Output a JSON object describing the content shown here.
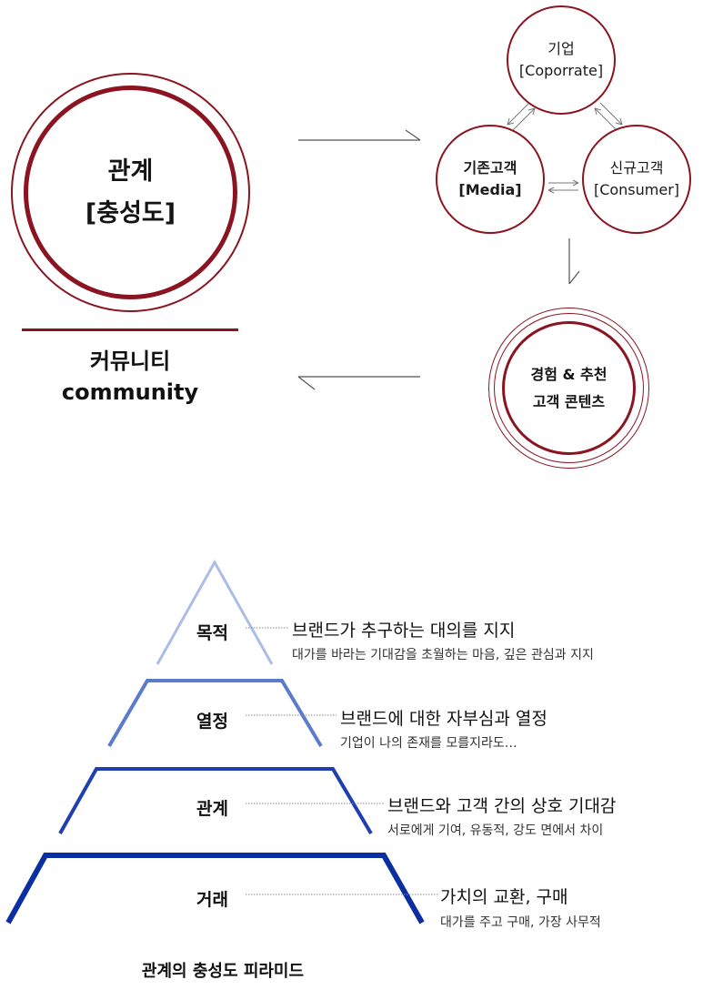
{
  "relationship_circle": {
    "line1": "관계",
    "line2": "[충성도]"
  },
  "community": {
    "line1": "커뮤니티",
    "line2": "community"
  },
  "cycle": {
    "corporate": {
      "line1": "기업",
      "line2": "[Coporrate]"
    },
    "media": {
      "line1": "기존고객",
      "line2": "[Media]"
    },
    "consumer": {
      "line1": "신규고객",
      "line2": "[Consumer]"
    }
  },
  "experience": {
    "line1": "경험 & 추천",
    "line2": "고객 콘텐츠"
  },
  "pyramid": {
    "levels": [
      {
        "label": "목적",
        "title": "브랜드가 추구하는 대의를 지지",
        "desc": "대가를 바라는 기대감을 초월하는 마음, 깊은 관심과 지지"
      },
      {
        "label": "열정",
        "title": "브랜드에 대한 자부심과 열정",
        "desc": "기업이 나의 존재를 모를지라도…"
      },
      {
        "label": "관계",
        "title": "브랜드와 고객 간의 상호 기대감",
        "desc": "서로에게 기여, 유동적, 강도 면에서 차이"
      },
      {
        "label": "거래",
        "title": "가치의 교환, 구매",
        "desc": "대가를 주고 구매, 가장 사무적"
      }
    ],
    "caption": "관계의 충성도 피라미드"
  },
  "colors": {
    "accent_red": "#8b1420",
    "level_colors": [
      "#a9bde6",
      "#5b7ccb",
      "#1f3fb0",
      "#0b2fa0"
    ]
  }
}
